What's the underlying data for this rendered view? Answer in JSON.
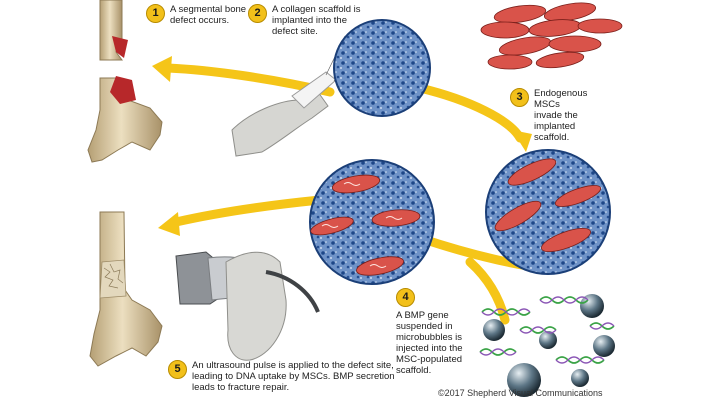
{
  "steps": [
    {
      "number": "1",
      "text": "A segmental bone defect occurs."
    },
    {
      "number": "2",
      "text": "A collagen scaffold is implanted into the defect site."
    },
    {
      "number": "3",
      "text": "Endogenous MSCs invade the implanted scaffold."
    },
    {
      "number": "4",
      "text": "A BMP gene suspended in microbubbles is injected into the MSC-populated scaffold."
    },
    {
      "number": "5",
      "text": "An ultrasound pulse is applied to the defect site, leading to DNA uptake by MSCs. BMP secretion leads to fracture repair."
    }
  ],
  "copyright": "©2017 Shepherd Visual Communications",
  "colors": {
    "arrow": "#f5c518",
    "scaffold": "#2b5fa8",
    "cell": "#d9534a",
    "bone": "#d9c9a2",
    "badge": "#f2c01a"
  }
}
